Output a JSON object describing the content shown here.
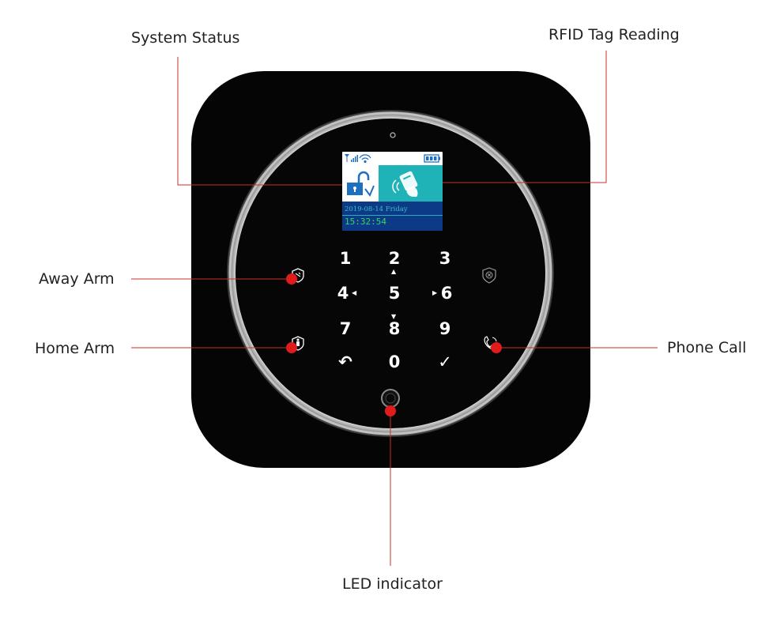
{
  "callouts": {
    "system_status": "System Status",
    "rfid_tag_reading": "RFID Tag Reading",
    "away_arm": "Away Arm",
    "home_arm": "Home Arm",
    "phone_call": "Phone Call",
    "led_indicator": "LED indicator"
  },
  "screen": {
    "date": "2019-08-14 Friday",
    "time": "15:32:54"
  },
  "keypad": {
    "keys": [
      "1",
      "2",
      "3",
      "4",
      "5",
      "6",
      "7",
      "8",
      "9",
      "0"
    ],
    "back_glyph": "↶",
    "ok_glyph": "✓"
  },
  "colors": {
    "leader_line": "#c9302c",
    "dot": "#e01b1b",
    "panel": "#050505",
    "ring": "#d9d9d9",
    "screen_bg": "#0d3a86",
    "screen_accent": "#1fb3b8",
    "time_text": "#3ad36a"
  },
  "icons": {
    "system_status": "unlock-icon",
    "rfid": "rfid-card-icon",
    "away_arm": "shield-away-icon",
    "home_arm": "shield-home-icon",
    "sos": "shield-x-icon",
    "phone_call": "phone-call-icon",
    "led": "led-ring-icon",
    "signal": "signal-icon",
    "wifi": "wifi-icon",
    "battery": "battery-icon"
  }
}
